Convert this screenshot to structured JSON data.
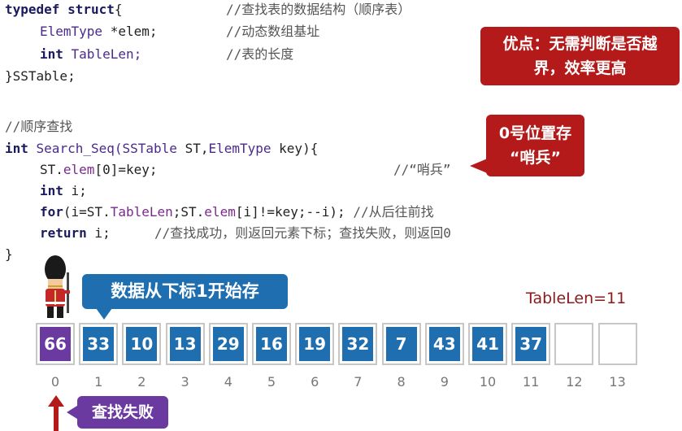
{
  "code": {
    "line1": {
      "kw": "typedef struct",
      "brace": "{",
      "comment": "//查找表的数据结构（顺序表）"
    },
    "line2": {
      "type": "ElemType",
      "decl": " *elem;",
      "comment": "//动态数组基址"
    },
    "line3": {
      "kw": "int",
      "decl": " TableLen;",
      "comment": "//表的长度"
    },
    "line4": {
      "text": "}SSTable;"
    },
    "line5": {
      "comment": "//顺序查找"
    },
    "line6": {
      "kw": "int",
      "fn": " Search_Seq(",
      "t1": "SSTable",
      "p1": " ST,",
      "t2": "ElemType",
      "p2": " key){"
    },
    "line7": {
      "a": "ST.",
      "b": "elem",
      "c": "[0]=key;",
      "comment": "//“哨兵”"
    },
    "line8": {
      "kw": "int",
      "rest": " i;"
    },
    "line9": {
      "kw": "for",
      "a": "(i=ST.",
      "b": "TableLen",
      "c": ";ST.",
      "d": "elem",
      "e": "[i]!=key;--i);",
      "comment": " //从后往前找"
    },
    "line10": {
      "kw": "return",
      "rest": " i;",
      "comment": "//查找成功，则返回元素下标；查找失败，则返回0"
    },
    "line11": {
      "text": "}"
    }
  },
  "callouts": {
    "advantage": "优点：无需判断是否越界，效率更高",
    "sentinel_line1": "0号位置存",
    "sentinel_line2": "“哨兵”",
    "start": "数据从下标1开始存",
    "fail": "查找失败"
  },
  "tablelen_label": "TableLen=11",
  "array": {
    "values": [
      "66",
      "33",
      "10",
      "13",
      "29",
      "16",
      "19",
      "32",
      "7",
      "43",
      "41",
      "37",
      "",
      ""
    ],
    "indices": [
      "0",
      "1",
      "2",
      "3",
      "4",
      "5",
      "6",
      "7",
      "8",
      "9",
      "10",
      "11",
      "12",
      "13"
    ]
  },
  "colors": {
    "sentinel": "#6a3aa0",
    "filled": "#1f6fb0",
    "empty": "#ffffff",
    "callout_red": "#b51a1a",
    "arrow": "#b51a1a"
  },
  "icons": {
    "guard": "royal-guard-icon",
    "arrow": "arrow-up-icon"
  }
}
